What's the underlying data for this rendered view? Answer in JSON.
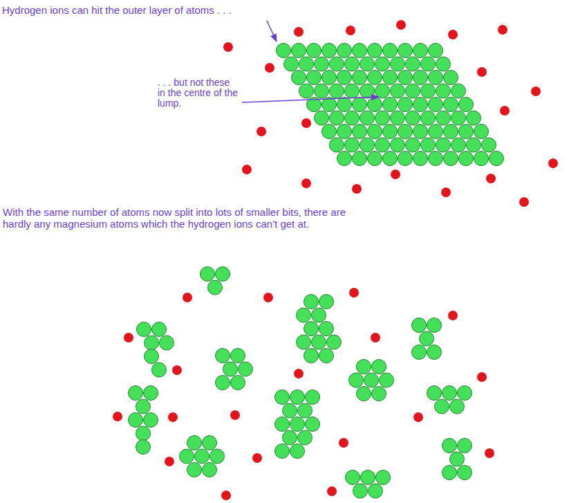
{
  "diagram": {
    "labels": [
      "Hydrogen ions can hit the outer layer of atoms . . .",
      ". . . but not these in the centre of the lump.",
      "With the same number of atoms now split into lots of smaller bits, there are hardly any magnesium atoms which the hydrogen ions can't get at."
    ]
  }
}
